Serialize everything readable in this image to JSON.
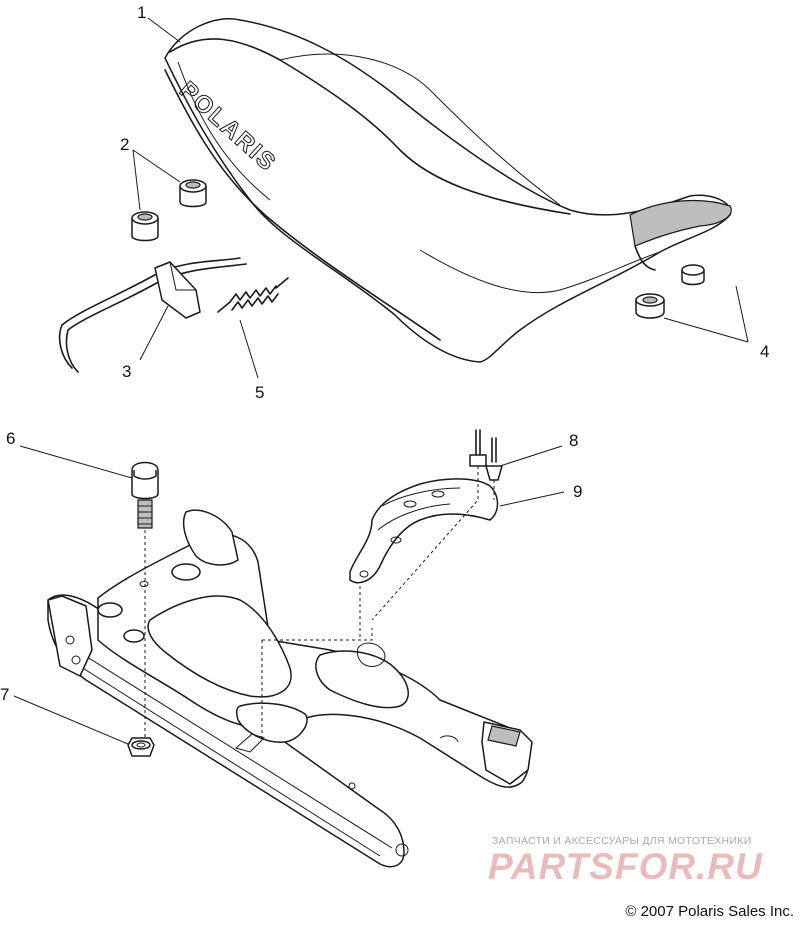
{
  "callouts": [
    "1",
    "2",
    "3",
    "4",
    "5",
    "6",
    "7",
    "8",
    "9"
  ],
  "seat_logo": "POLARIS",
  "watermark": {
    "tagline": "ЗАПЧАСТИ И АКСЕССУАРЫ ДЛЯ МОТОТЕХНИКИ",
    "logo": "PARTSFOR.RU"
  },
  "copyright": "© 2007 Polaris Sales Inc."
}
